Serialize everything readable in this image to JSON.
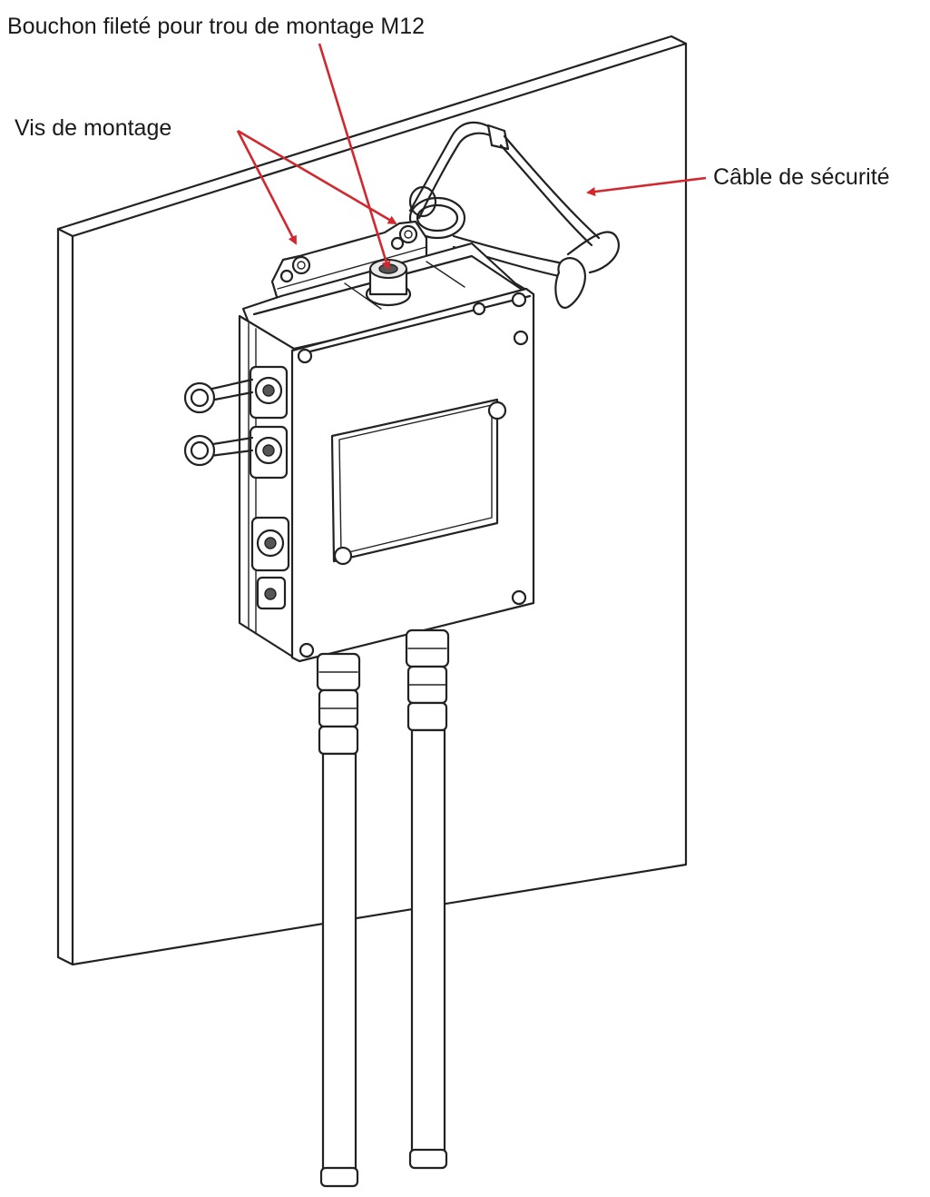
{
  "labels": {
    "plug": "Bouchon fileté pour trou de montage M12",
    "screws": "Vis de montage",
    "cable": "Câble de sécurité"
  },
  "colors": {
    "arrow": "#d0282e",
    "line_art": "#222222",
    "background": "#ffffff"
  }
}
